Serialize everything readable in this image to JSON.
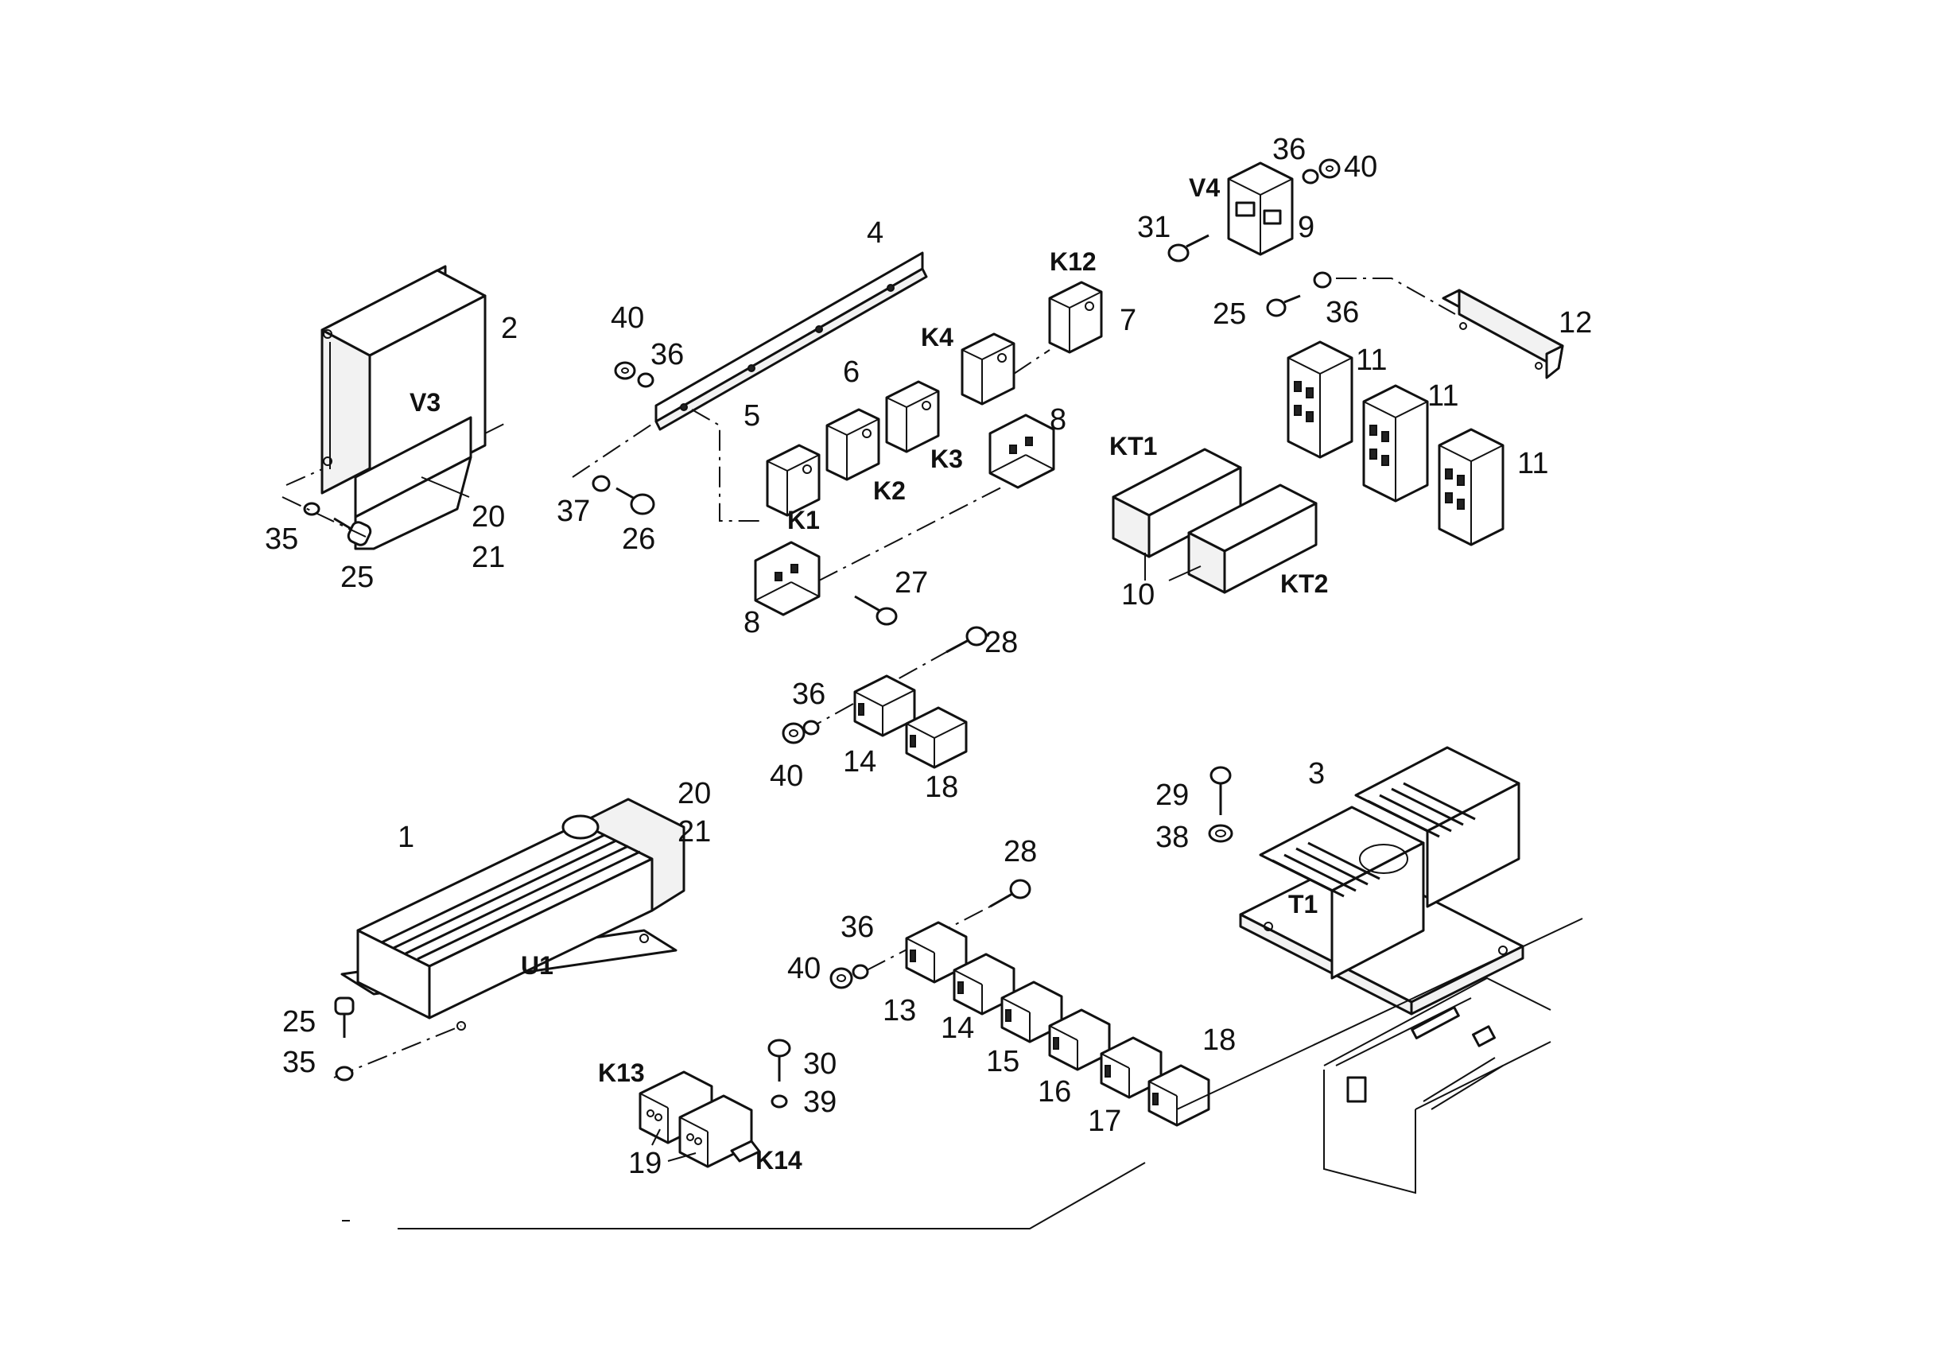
{
  "labels": {
    "n1": "1",
    "n2": "2",
    "n3": "3",
    "n4": "4",
    "n5": "5",
    "n6": "6",
    "n7": "7",
    "n8a": "8",
    "n8b": "8",
    "n9": "9",
    "n10": "10",
    "n11a": "11",
    "n11b": "11",
    "n11c": "11",
    "n12": "12",
    "n13": "13",
    "n14a": "14",
    "n14b": "14",
    "n15": "15",
    "n16": "16",
    "n17": "17",
    "n18a": "18",
    "n18b": "18",
    "n19": "19",
    "n20a": "20",
    "n20b": "20",
    "n21a": "21",
    "n21b": "21",
    "n25a": "25",
    "n25b": "25",
    "n25c": "25",
    "n26": "26",
    "n27": "27",
    "n28a": "28",
    "n28b": "28",
    "n29": "29",
    "n30": "30",
    "n31": "31",
    "n35a": "35",
    "n35b": "35",
    "n36a": "36",
    "n36b": "36",
    "n36c": "36",
    "n36d": "36",
    "n36e": "36",
    "n37": "37",
    "n38": "38",
    "n39": "39",
    "n40a": "40",
    "n40b": "40",
    "n40c": "40",
    "n40d": "40"
  },
  "tags": {
    "V3": "V3",
    "V4": "V4",
    "U1": "U1",
    "T1": "T1",
    "K1": "K1",
    "K2": "K2",
    "K3": "K3",
    "K4": "K4",
    "K12": "K12",
    "K13": "K13",
    "K14": "K14",
    "KT1": "KT1",
    "KT2": "KT2"
  }
}
